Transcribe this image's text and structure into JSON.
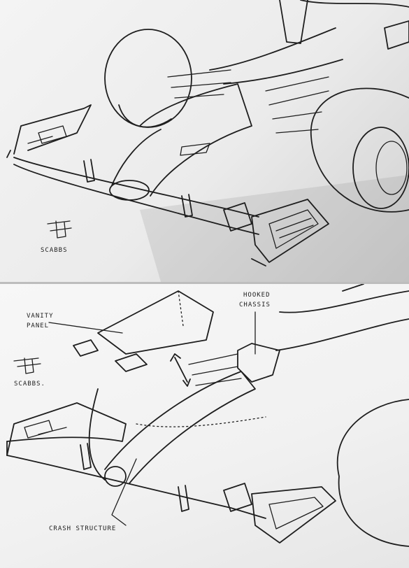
{
  "panels": [
    {
      "signature": "SCABBS"
    },
    {
      "signature": "SCABBS.",
      "labels": {
        "vanity_panel_l1": "VANITY",
        "vanity_panel_l2": "PANEL",
        "hooked_chassis_l1": "HOOKED",
        "hooked_chassis_l2": "CHASSIS",
        "crash_structure": "CRASH STRUCTURE"
      }
    }
  ]
}
